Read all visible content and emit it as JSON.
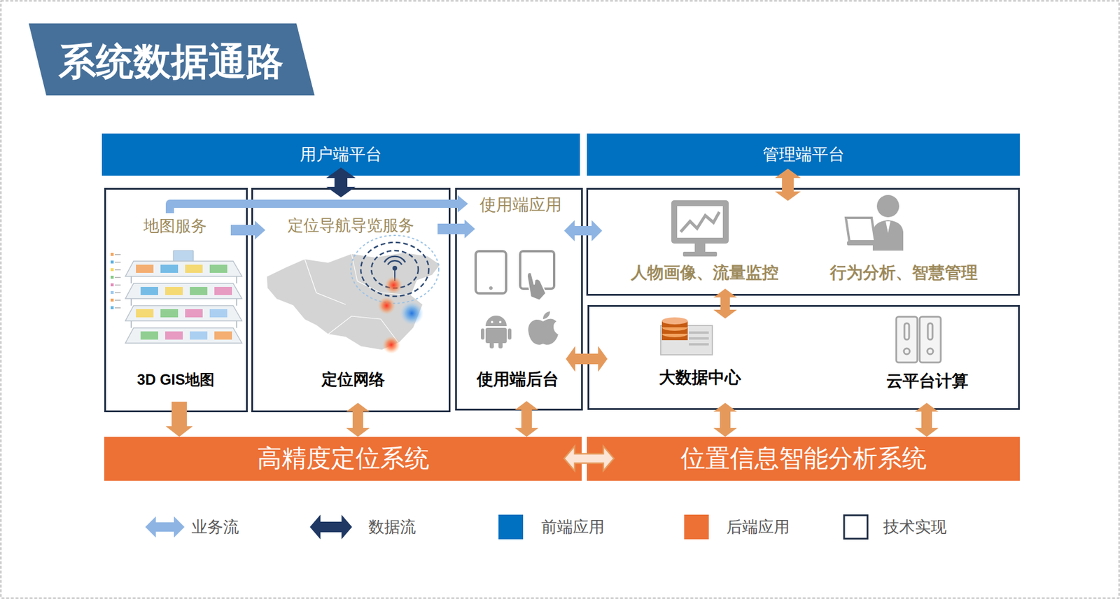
{
  "diagram": {
    "title": "系统数据通路",
    "nodes": [
      {
        "text": [
          "用户端平台"
        ]
      },
      {
        "text": [
          "管理端平台"
        ]
      },
      {
        "text": [
          "地图服务",
          "3D GIS地图"
        ]
      },
      {
        "text": [
          "定位导航导览服务",
          "定位网络"
        ]
      },
      {
        "text": [
          "使用端应用",
          "使用端后台"
        ]
      },
      {
        "text": [
          "人物画像、流量监控",
          "行为分析、智慧管理"
        ]
      },
      {
        "text": [
          "大数据中心",
          "云平台计算"
        ]
      },
      {
        "text": [
          "高精度定位系统"
        ]
      },
      {
        "text": [
          "位置信息智能分析系统"
        ]
      }
    ],
    "edges": [
      {
        "from": 0,
        "to": 3,
        "arrow": "both"
      },
      {
        "from": 1,
        "to": 5,
        "arrow": "both"
      },
      {
        "from": 2,
        "to": 3,
        "arrow": "to"
      },
      {
        "from": 3,
        "to": 4,
        "arrow": "to"
      },
      {
        "from": 2,
        "to": 4,
        "arrow": "to"
      },
      {
        "from": 4,
        "to": 5,
        "arrow": "both"
      },
      {
        "from": 5,
        "to": 6,
        "arrow": "both"
      },
      {
        "from": 4,
        "to": 6,
        "arrow": "both"
      },
      {
        "from": 2,
        "to": 7,
        "arrow": "to"
      },
      {
        "from": 3,
        "to": 7,
        "arrow": "both"
      },
      {
        "from": 4,
        "to": 7,
        "arrow": "both"
      },
      {
        "from": 6,
        "to": 8,
        "arrow": "both"
      },
      {
        "from": 6,
        "to": 8,
        "arrow": "both"
      },
      {
        "from": 7,
        "to": 8,
        "arrow": "both"
      }
    ],
    "legend": [
      {
        "text": "业务流"
      },
      {
        "text": "数据流"
      },
      {
        "text": "前端应用",
        "color": "#0070C0"
      },
      {
        "text": "后端应用",
        "color": "#ED7035"
      },
      {
        "text": "技术实现"
      }
    ]
  }
}
